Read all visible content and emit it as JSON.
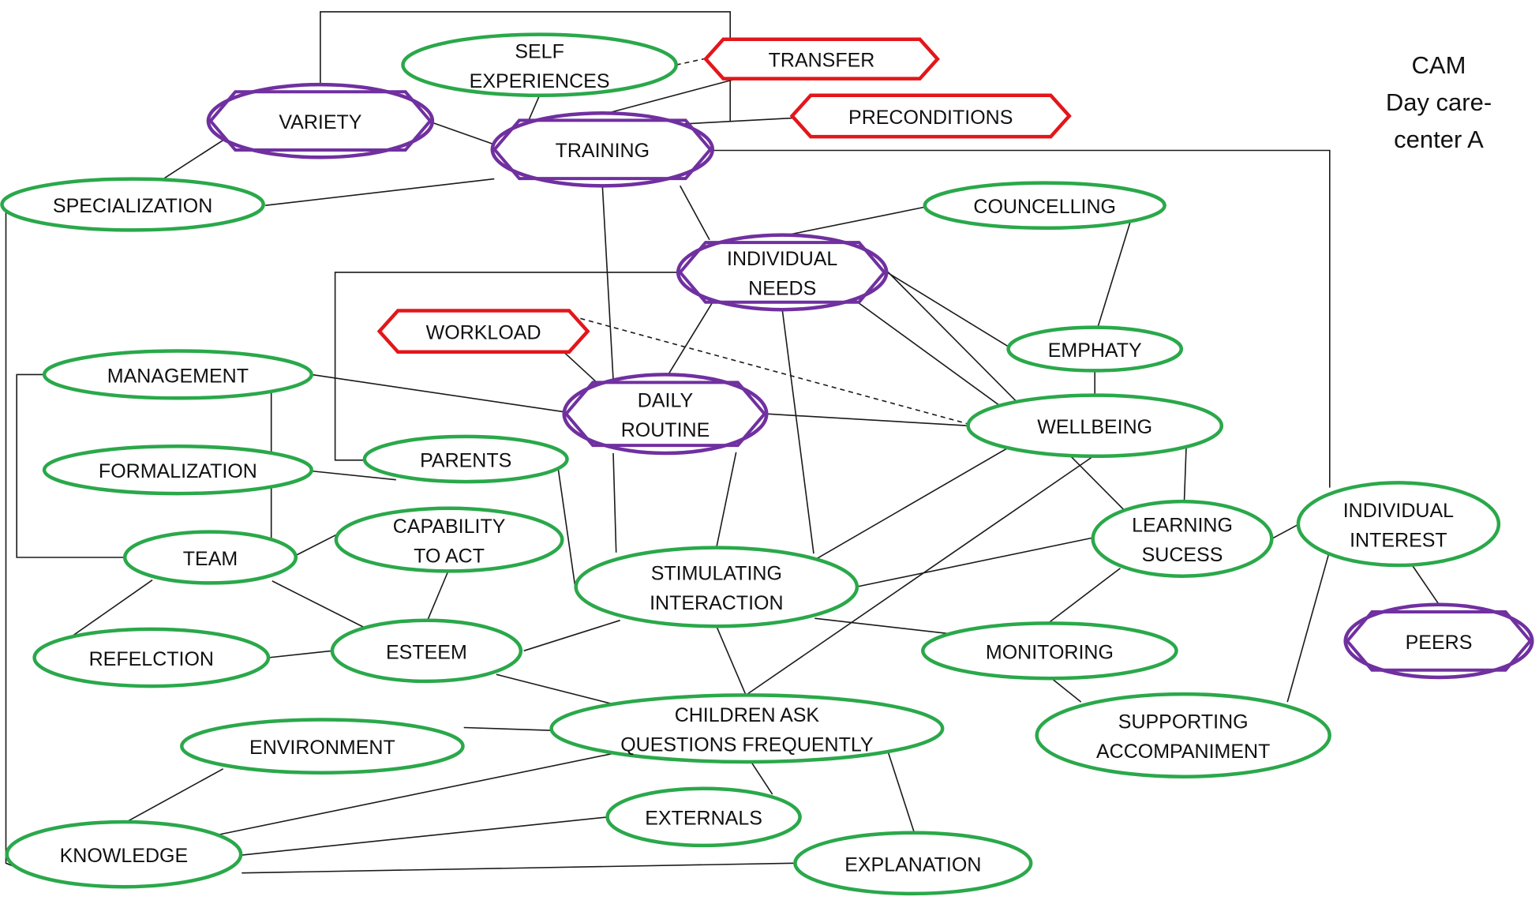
{
  "title": [
    "CAM",
    "Day care-",
    "center A"
  ],
  "colors": {
    "positive": "#2aa84a",
    "neutral": "#7030a0",
    "negative": "#e3161b"
  },
  "nodes": {
    "self_experiences": [
      "SELF",
      "EXPERIENCES"
    ],
    "transfer": [
      "TRANSFER"
    ],
    "variety": [
      "VARIETY"
    ],
    "training": [
      "TRAINING"
    ],
    "preconditions": [
      "PRECONDITIONS"
    ],
    "specialization": [
      "SPECIALIZATION"
    ],
    "councelling": [
      "COUNCELLING"
    ],
    "individual_needs": [
      "INDIVIDUAL",
      "NEEDS"
    ],
    "workload": [
      "WORKLOAD"
    ],
    "emphaty": [
      "EMPHATY"
    ],
    "management": [
      "MANAGEMENT"
    ],
    "daily_routine": [
      "DAILY",
      "ROUTINE"
    ],
    "wellbeing": [
      "WELLBEING"
    ],
    "formalization": [
      "FORMALIZATION"
    ],
    "parents": [
      "PARENTS"
    ],
    "capability": [
      "CAPABILITY",
      "TO ACT"
    ],
    "learning_sucess": [
      "LEARNING",
      "SUCESS"
    ],
    "individual_interest": [
      "INDIVIDUAL",
      "INTEREST"
    ],
    "team": [
      "TEAM"
    ],
    "stimulating": [
      "STIMULATING",
      "INTERACTION"
    ],
    "peers": [
      "PEERS"
    ],
    "refelction": [
      "REFELCTION"
    ],
    "esteem": [
      "ESTEEM"
    ],
    "monitoring": [
      "MONITORING"
    ],
    "children_ask": [
      "CHILDREN ASK",
      "QUESTIONS FREQUENTLY"
    ],
    "supporting": [
      "SUPPORTING",
      "ACCOMPANIMENT"
    ],
    "environment": [
      "ENVIRONMENT"
    ],
    "externals": [
      "EXTERNALS"
    ],
    "knowledge": [
      "KNOWLEDGE"
    ],
    "explanation": [
      "EXPLANATION"
    ]
  }
}
